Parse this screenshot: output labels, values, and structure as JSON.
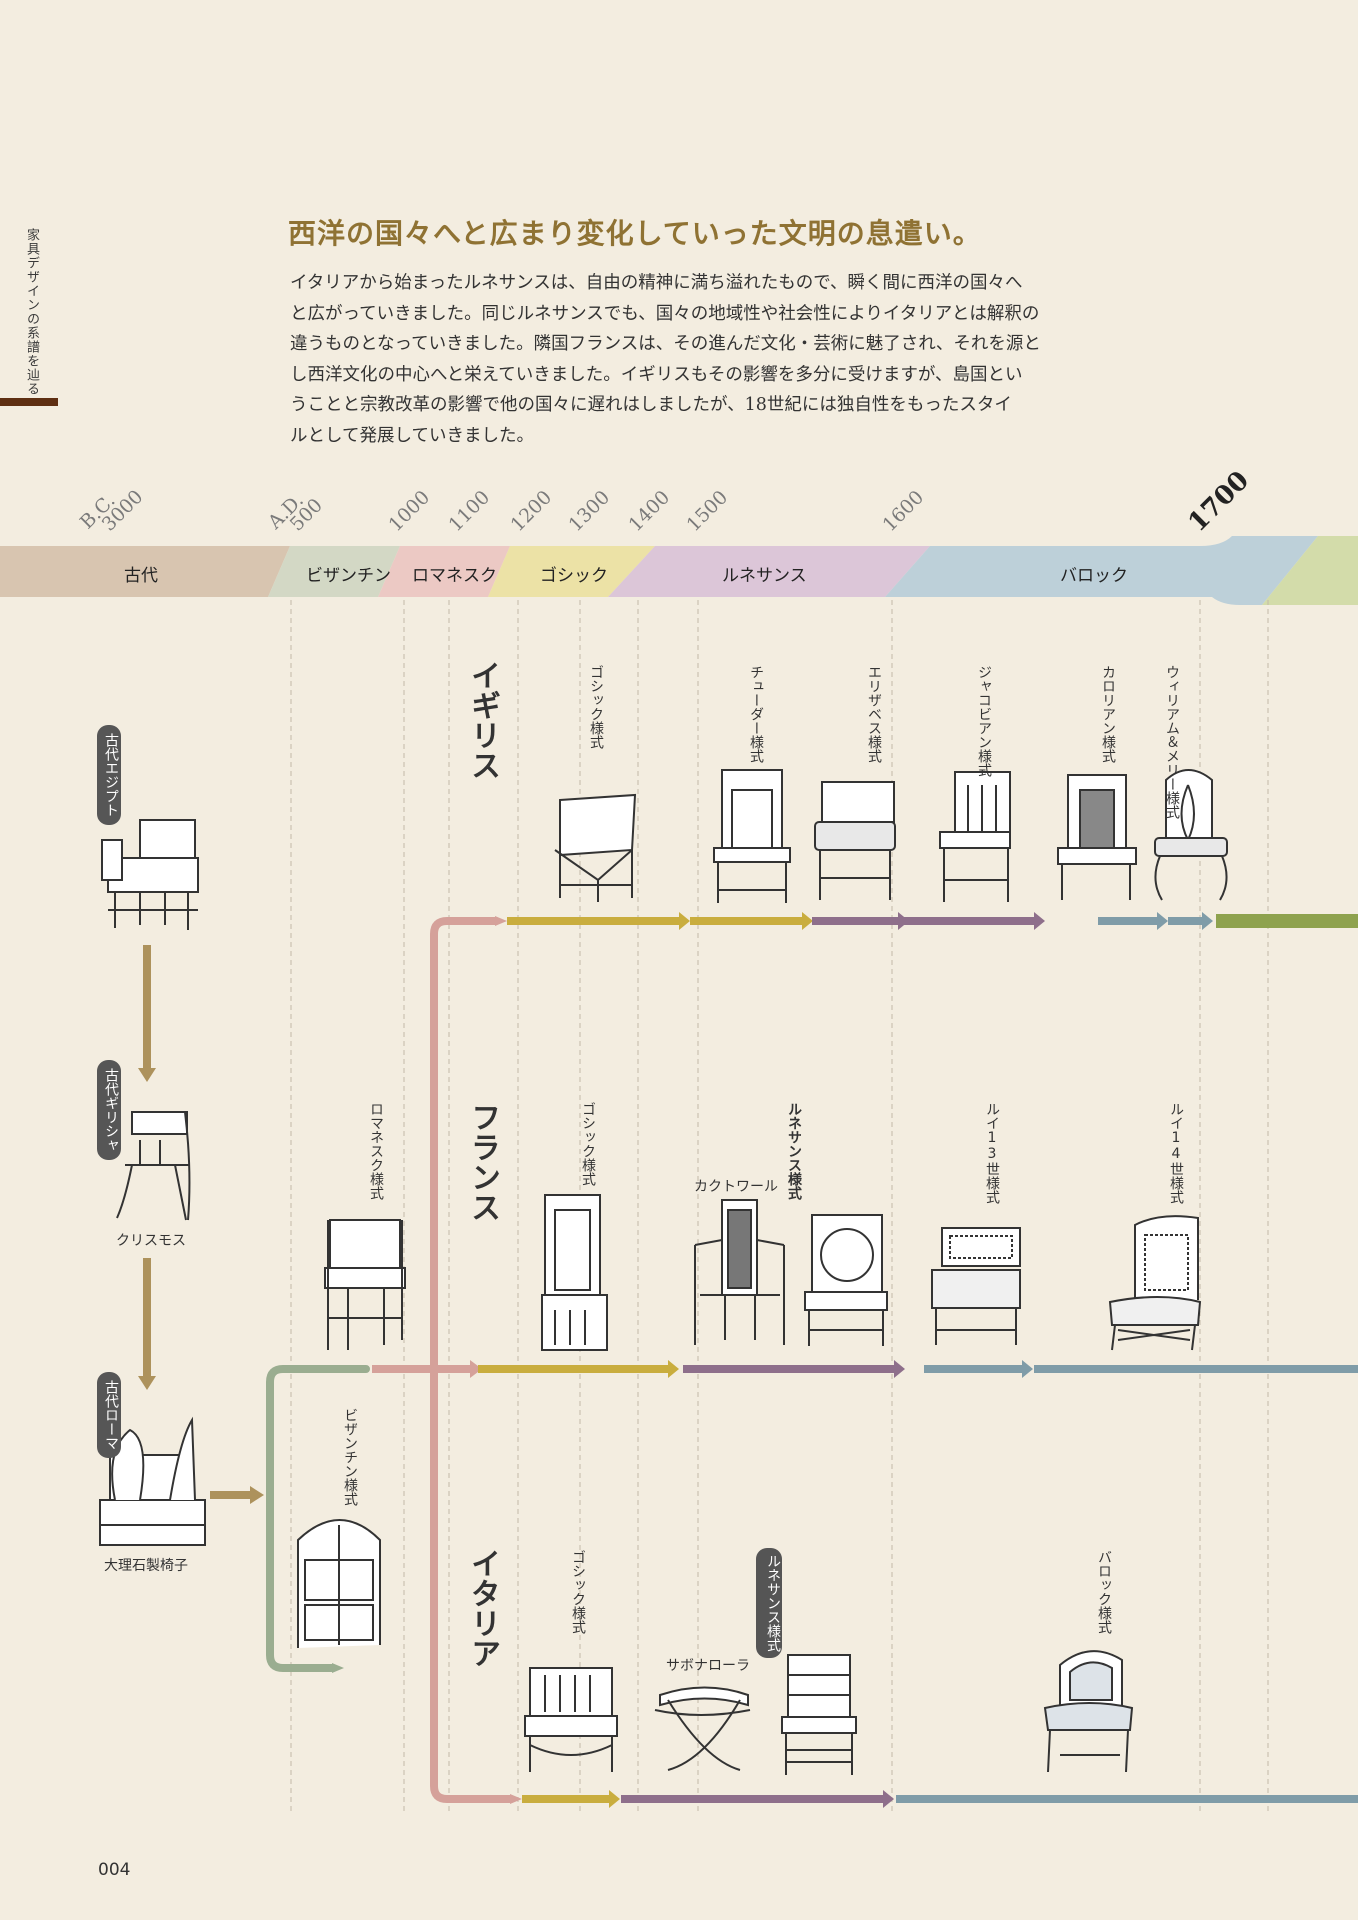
{
  "side_label": "家具デザインの系譜を辿る",
  "headline": "西洋の国々へと広まり変化していった文明の息遣い。",
  "intro_lines": [
    "イタリアから始まったルネサンスは、自由の精神に満ち溢れたもので、瞬く間に西洋の国々へ",
    "と広がっていきました。同じルネサンスでも、国々の地域性や社会性によりイタリアとは解釈の",
    "違うものとなっていきました。隣国フランスは、その進んだ文化・芸術に魅了され、それを源と",
    "し西洋文化の中心へと栄えていきました。イギリスもその影響を多分に受けますが、島国とい",
    "うことと宗教改革の影響で他の国々に遅れはしましたが、18世紀には独自性をもったスタイ",
    "ルとして発展していきました。"
  ],
  "timeline": {
    "years": {
      "bc_prefix": "B.C.",
      "bc": "3000",
      "ad_prefix": "A.D.",
      "ad": "500",
      "y1000": "1000",
      "y1100": "1100",
      "y1200": "1200",
      "y1300": "1300",
      "y1400": "1400",
      "y1500": "1500",
      "y1600": "1600",
      "y1700": "1700"
    },
    "eras": {
      "ancient": "古代",
      "byzantine": "ビザンチン",
      "romanesque": "ロマネスク",
      "gothic": "ゴシック",
      "renaissance": "ルネサンス",
      "baroque": "バロック"
    },
    "colors": {
      "ancient": "#d8c5b0",
      "byzantine": "#d3d8c5",
      "romanesque": "#ecc9c4",
      "gothic": "#ece2a6",
      "renaissance": "#dcc6d8",
      "baroque": "#bdd0d9",
      "next": "#d3dcaa"
    }
  },
  "ancient": {
    "egypt": "古代エジプト",
    "greece": "古代ギリシャ",
    "greece_chair": "クリスモス",
    "rome": "古代ローマ",
    "rome_chair": "大理石製椅子"
  },
  "byzantine": {
    "romanesque_style": "ロマネスク様式",
    "byzantine_style": "ビザンチン様式"
  },
  "england": {
    "name": "イギリス",
    "styles": {
      "gothic": "ゴシック様式",
      "tudor": "チューダー様式",
      "elizabethan": "エリザベス様式",
      "jacobean": "ジャコビアン様式",
      "carolean": "カロリアン様式",
      "william_mary": "ウィリアム＆メリー様式"
    }
  },
  "france": {
    "name": "フランス",
    "styles": {
      "gothic": "ゴシック様式",
      "renaissance": "ルネサンス様式",
      "caquetoire": "カクトワール",
      "louis13": "ルイ13世様式",
      "louis14": "ルイ14世様式"
    }
  },
  "italy": {
    "name": "イタリア",
    "styles": {
      "gothic": "ゴシック様式",
      "renaissance": "ルネサンス様式",
      "savonarola": "サボナローラ",
      "baroque": "バロック様式"
    }
  },
  "arrow_colors": {
    "ancient": "#ad925c",
    "byzantine": "#9aad90",
    "romanesque": "#d5a19a",
    "gothic": "#c9ad3e",
    "renaissance": "#8e6f8b",
    "baroque": "#7f9ca8",
    "next": "#8ea24e"
  },
  "page_number": "004"
}
